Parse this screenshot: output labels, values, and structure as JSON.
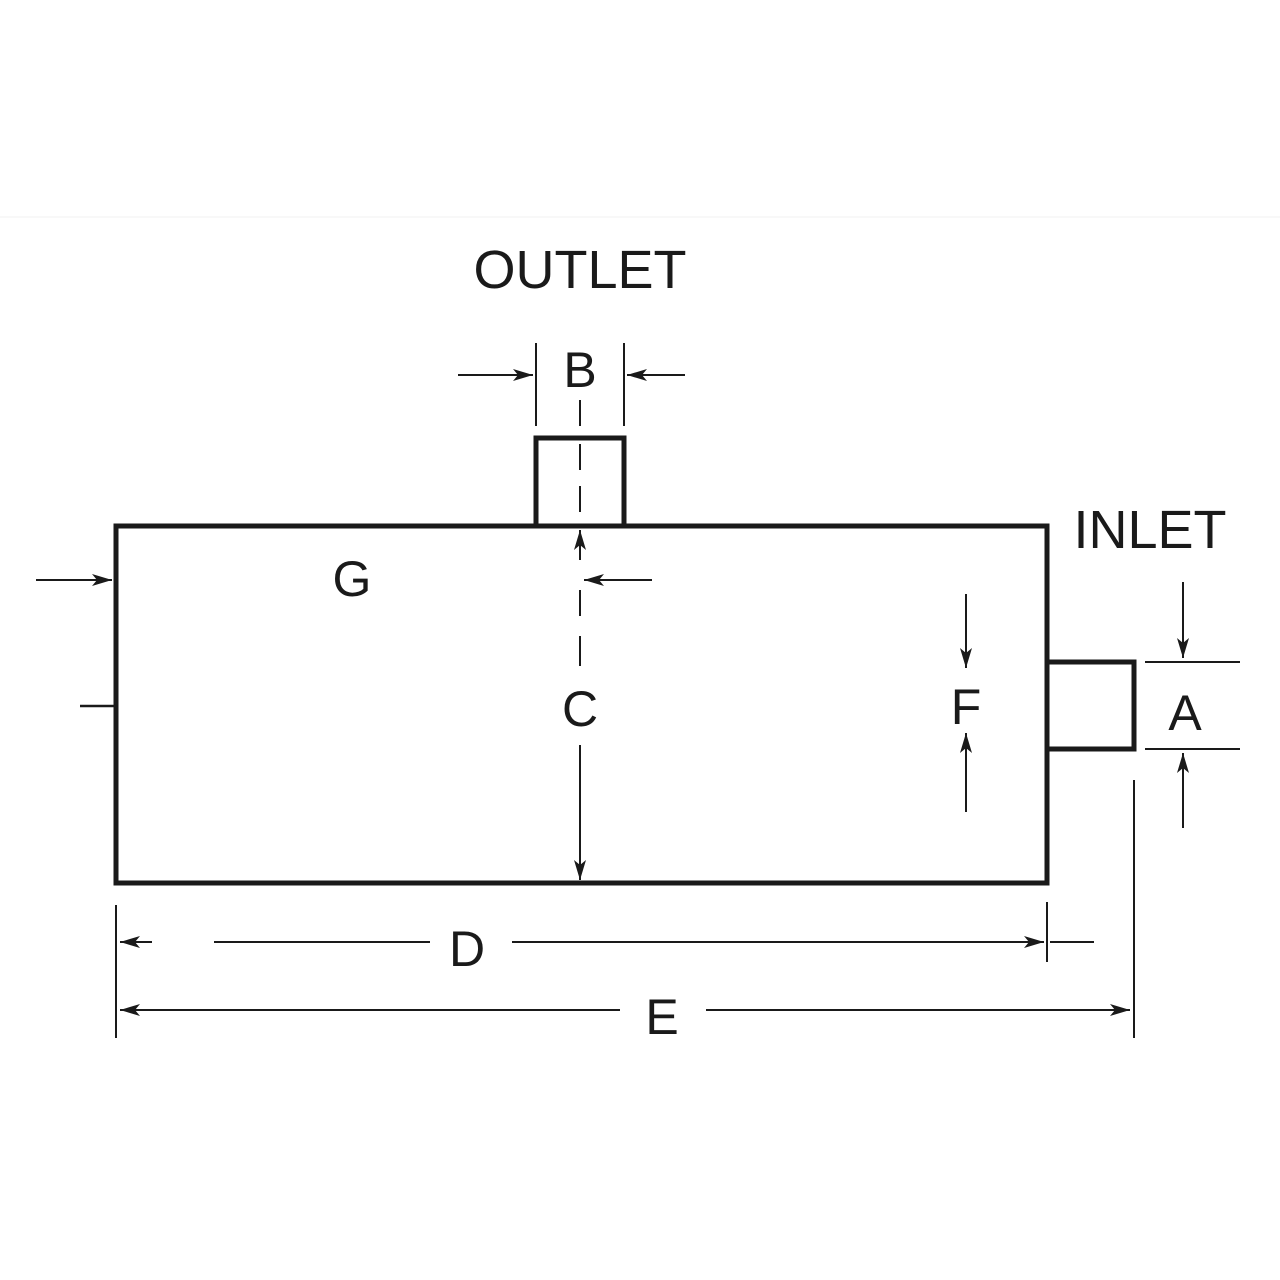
{
  "labels": {
    "outlet": "OUTLET",
    "inlet": "INLET",
    "dim_a": "A",
    "dim_b": "B",
    "dim_c": "C",
    "dim_d": "D",
    "dim_e": "E",
    "dim_f": "F",
    "dim_g": "G"
  },
  "colors": {
    "line": "#1a1a1a",
    "background": "#ffffff"
  }
}
